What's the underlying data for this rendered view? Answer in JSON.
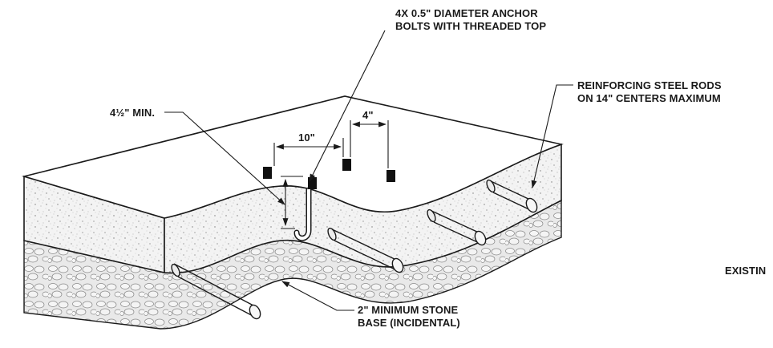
{
  "labels": {
    "anchor_bolts_line1": "4X 0.5\" DIAMETER ANCHOR",
    "anchor_bolts_line2": "BOLTS WITH THREADED TOP",
    "reinforcing_line1": "REINFORCING STEEL RODS",
    "reinforcing_line2": "ON 14\" CENTERS MAXIMUM",
    "min_depth": "4½\" MIN.",
    "dim_10": "10\"",
    "dim_4": "4\"",
    "stone_base_line1": "2\" MINIMUM STONE",
    "stone_base_line2": "BASE (INCIDENTAL)",
    "existing": "EXISTIN"
  },
  "colors": {
    "ink": "#1a1a1a",
    "slab_top": "#ffffff",
    "concrete": "#f2f2f2",
    "stone": "#e6e6e6",
    "bolt": "#111111",
    "rod_fill": "#f7f7f7"
  }
}
